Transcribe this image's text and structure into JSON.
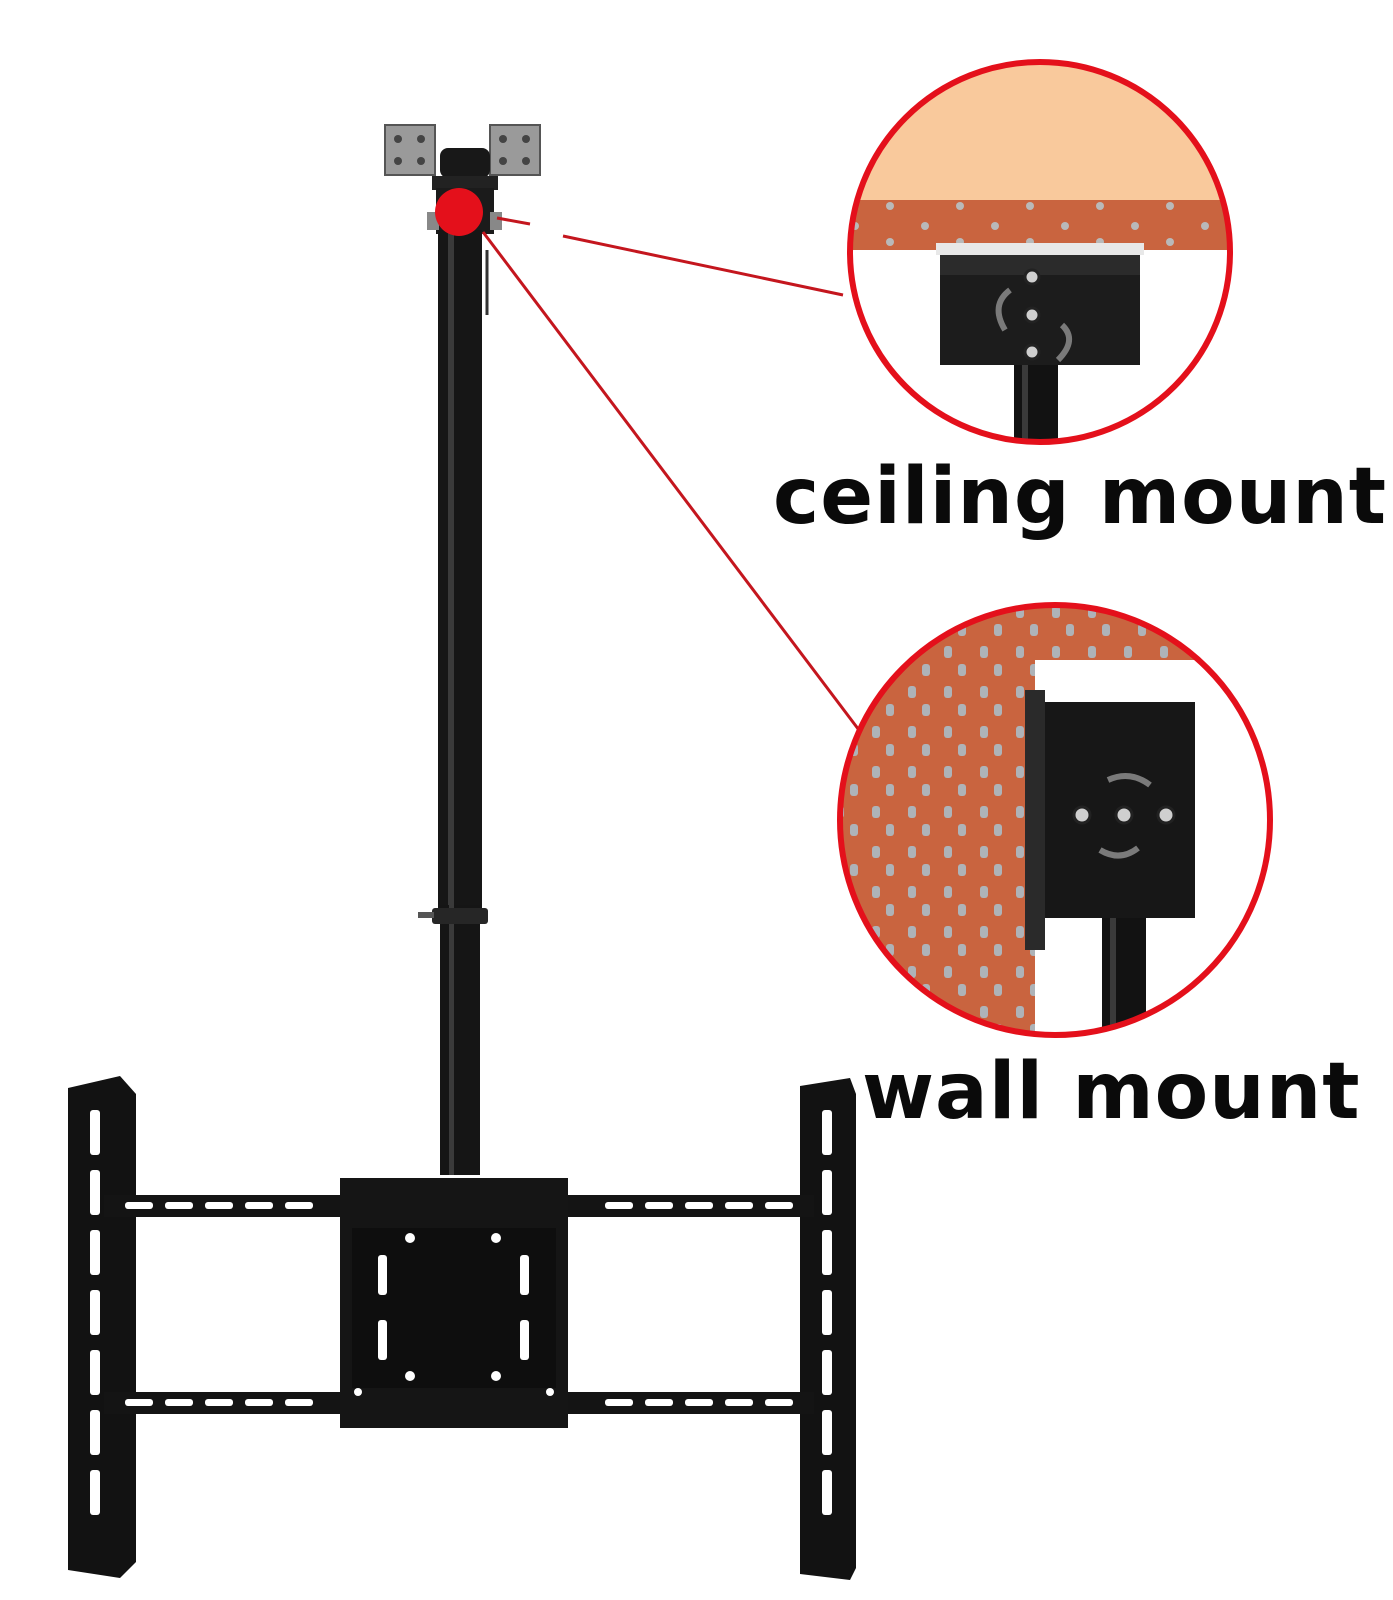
{
  "labels": {
    "ceiling": "ceiling mount",
    "wall": "wall mount"
  },
  "colors": {
    "accent": "#e4101b",
    "metal": "#161616",
    "ceiling_surface": "#f9c99c",
    "brick": "#c9643f"
  },
  "icons": {
    "ceiling_inset": "ceiling-mount-inset",
    "wall_inset": "wall-mount-inset",
    "pivot": "pivot-marker"
  }
}
